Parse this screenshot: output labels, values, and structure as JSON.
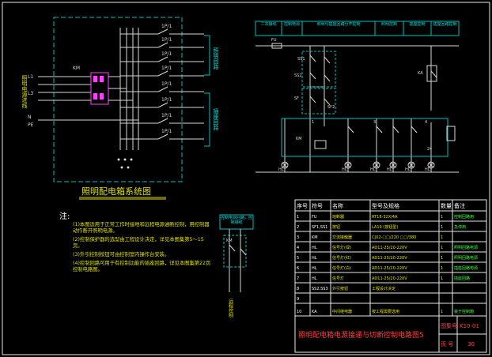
{
  "colors": {
    "bg": "#000000",
    "wire": "#d8d8d8",
    "frame": "#e8e8e8",
    "box": "#00c0c0",
    "label": "#00e0e0",
    "text_yellow": "#e0e000",
    "text_white": "#ffffff",
    "magenta": "#ff40ff",
    "title_red": "#ff4040",
    "accent_green": "#40ff40"
  },
  "left": {
    "title": "照明配电箱系统图",
    "incoming": "照明电源进线",
    "l_labels": [
      "L1",
      "L2",
      "L3",
      "N",
      "PE"
    ],
    "main_breaker": "KM",
    "breakers": [
      "1P/1",
      "1P/1",
      "1P/1",
      "1P/1",
      "1P/1",
      "1P/1",
      "1P/1",
      "1P/1"
    ],
    "group_labels": [
      "照明回路",
      "插座回路"
    ]
  },
  "right_header": [
    "二次接线",
    "控制电源",
    "照明与插座回路分开控制",
    "照明控制",
    "插座控制",
    "插座回路控制"
  ],
  "right_labels": {
    "ss1": "SS1",
    "ss2": "SS2",
    "sf": "SF",
    "sf2": "SF2",
    "km": "KM",
    "km2": "KM",
    "fu": "FU",
    "hl": [
      "HL",
      "HL",
      "HL",
      "HL",
      "HL",
      "HL"
    ],
    "ka": "KA",
    "n1": "1",
    "n2": "2",
    "n3": "3",
    "n4": "4",
    "n24": "24"
  },
  "notes": {
    "title": "注:",
    "items": [
      "(1)本图适用于正常工作时接地和远程电源通断控制，用控制器动作断开照明电源。",
      "(2)控制保护器的选型由工程设计决定，详见本图集第5～15页。",
      "(3)外引控制按钮可由控制室内操作台安装。",
      "(4)控制回路可用于有控制功能的插座回路，详见本图集第22页控制电路图。"
    ]
  },
  "small_box": {
    "title": "控制电源回路，控制接线",
    "item": "KM",
    "footer": "远程控制"
  },
  "table": {
    "headers": [
      "序号",
      "符号",
      "名称",
      "型号及规格",
      "数量",
      "备注"
    ],
    "rows": [
      [
        "1",
        "FU",
        "熔断器",
        "RT18-32X/4A",
        "1",
        "控制回路用"
      ],
      [
        "2",
        "SF1,SS1",
        "按钮",
        "LA19 (按钮型)",
        "1",
        "急停用"
      ],
      [
        "3",
        "KM",
        "交流接触器",
        "CJX2-□□/220 □□/380",
        "1",
        ""
      ],
      [
        "4",
        "HL",
        "信号灯(绿)",
        "AD11-25/20-220V",
        "1",
        "照明回路电源"
      ],
      [
        "5",
        "HL",
        "信号灯(红)",
        "AD11-25/20-220V",
        "1",
        "照明回路电源"
      ],
      [
        "6",
        "HL",
        "信号灯(白)",
        "AD11-25/20-220V",
        "1",
        "插座回路电源"
      ],
      [
        "7",
        "HL",
        "信号灯",
        "AD11-25/20-220V",
        "1",
        "插座回路"
      ],
      [
        "8",
        "SS2,SS3",
        "外引按钮",
        "工程设计决定",
        "",
        ""
      ],
      [
        "9",
        "",
        "",
        "",
        "",
        ""
      ],
      [
        "10",
        "KA",
        "中间继电器",
        "按工程需要选用",
        "1",
        "装于控制箱"
      ]
    ]
  },
  "title_block": {
    "title": "照明配电箱电源接通与切断控制电路图5",
    "atlas_label": "图集号",
    "atlas_value": "K10-01",
    "page_label": "页 号",
    "page_value": "30"
  }
}
